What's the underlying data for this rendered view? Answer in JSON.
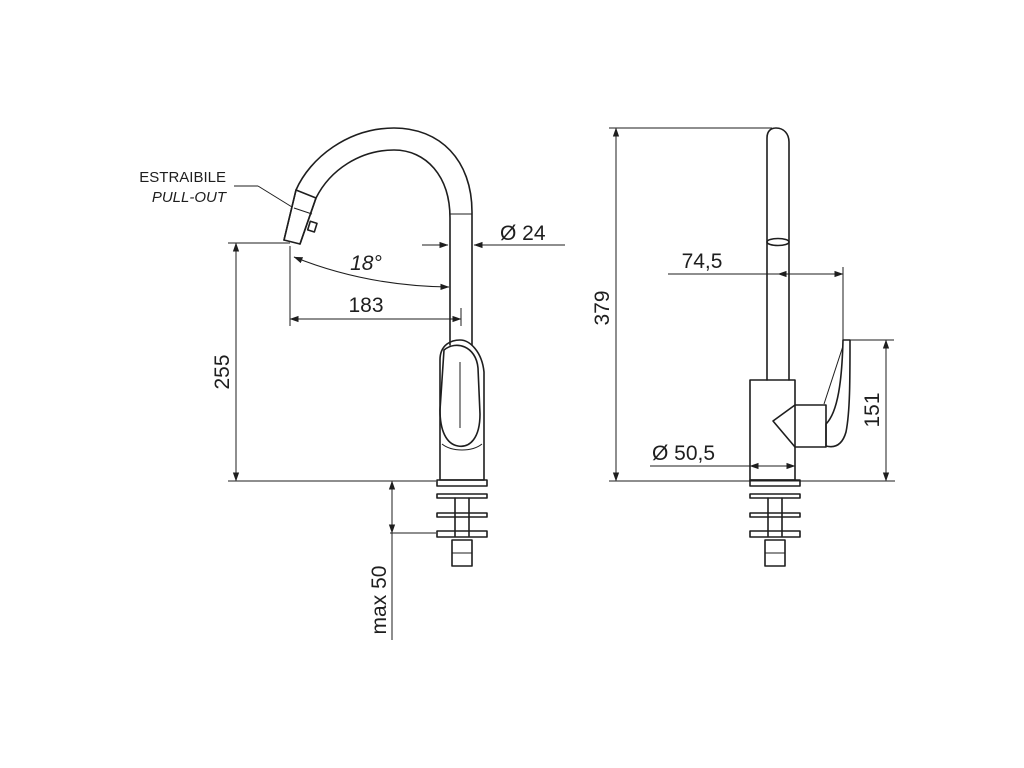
{
  "labels": {
    "estraibile": "ESTRAIBILE",
    "pull_out": "PULL-OUT",
    "angle": "18°",
    "diameter_24": "Ø 24",
    "reach_183": "183",
    "height_255": "255",
    "max_50": "max 50",
    "height_379": "379",
    "offset_74_5": "74,5",
    "diameter_50_5": "Ø 50,5",
    "height_151": "151"
  }
}
